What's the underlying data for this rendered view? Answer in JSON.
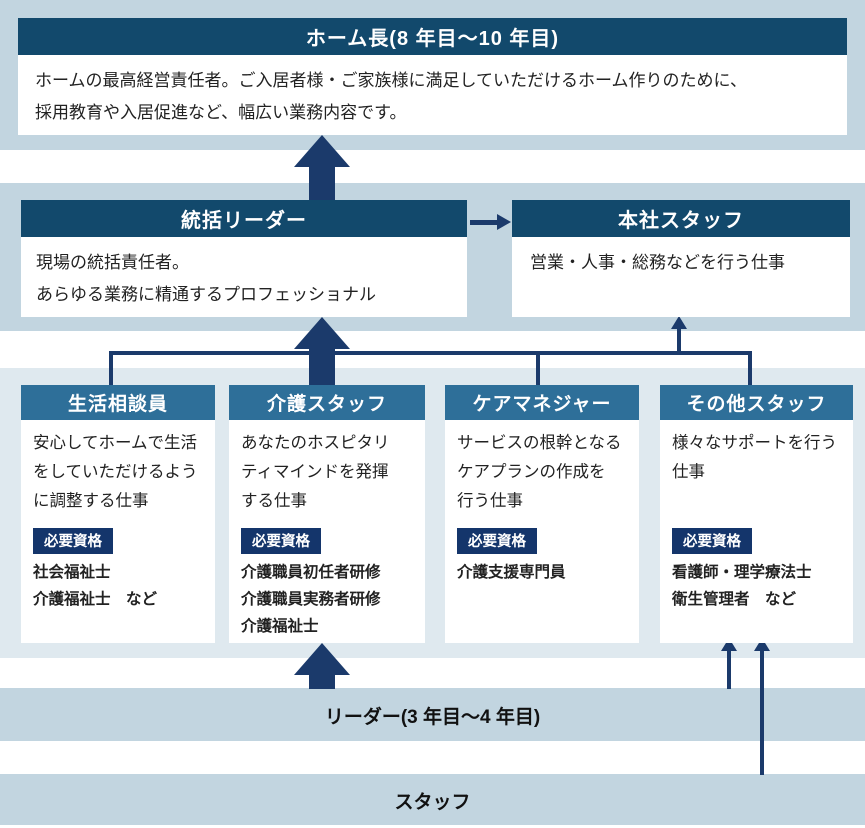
{
  "diagram": {
    "home_manager": {
      "title": "ホーム長(8 年目〜10 年目)",
      "desc_lines": [
        "ホームの最高経営責任者。ご入居者様・ご家族様に満足していただけるホーム作りのために、",
        "採用教育や入居促進など、幅広い業務内容です。"
      ]
    },
    "supervisor": {
      "title": "統括リーダー",
      "desc_lines": [
        "現場の統括責任者。",
        "あらゆる業務に精通するプロフェッショナル"
      ]
    },
    "hq_staff": {
      "title": "本社スタッフ",
      "desc_lines": [
        "営業・人事・総務などを行う仕事"
      ]
    },
    "roles": [
      {
        "title": "生活相談員",
        "desc_lines": [
          "安心してホームで生活",
          "をしていただけるよう",
          "に調整する仕事"
        ],
        "badge": "必要資格",
        "quals": [
          "社会福祉士",
          "介護福祉士　など"
        ]
      },
      {
        "title": "介護スタッフ",
        "desc_lines": [
          "あなたのホスピタリ",
          "ティマインドを発揮",
          "する仕事"
        ],
        "badge": "必要資格",
        "quals": [
          "介護職員初任者研修",
          "介護職員実務者研修",
          "介護福祉士"
        ]
      },
      {
        "title": "ケアマネジャー",
        "desc_lines": [
          "サービスの根幹となる",
          "ケアプランの作成を",
          "行う仕事"
        ],
        "badge": "必要資格",
        "quals": [
          "介護支援専門員"
        ]
      },
      {
        "title": "その他スタッフ",
        "desc_lines": [
          "様々なサポートを行う",
          "仕事"
        ],
        "badge": "必要資格",
        "quals": [
          "看護師・理学療法士",
          "衛生管理者　など"
        ]
      }
    ],
    "bands": {
      "leader": "リーダー(3 年目〜4 年目)",
      "staff": "スタッフ"
    }
  },
  "colors": {
    "navy_header": "#12496c",
    "steel_header": "#2e6f99",
    "badge_navy": "#14356b",
    "arrow_navy": "#1b3a6b",
    "band_blue": "#c2d5e0",
    "band_pale": "#dfe9ef",
    "text_dark": "#222222"
  }
}
